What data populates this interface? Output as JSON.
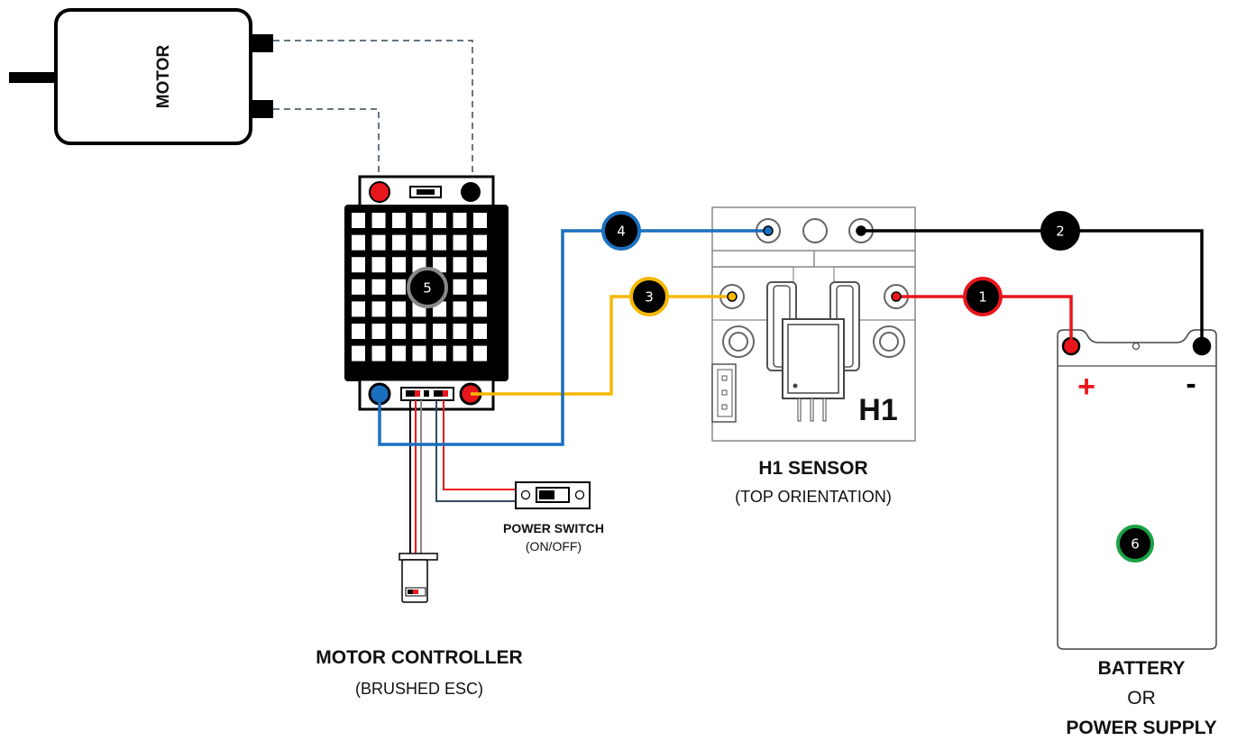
{
  "motor": {
    "label": "MOTOR"
  },
  "controller": {
    "title": "MOTOR CONTROLLER",
    "subtitle": "(BRUSHED ESC)",
    "badge": "5"
  },
  "power_switch": {
    "title": "POWER SWITCH",
    "subtitle": "(ON/OFF)"
  },
  "sensor": {
    "title": "H1 SENSOR",
    "subtitle": "(TOP ORIENTATION)",
    "tag": "H1"
  },
  "battery": {
    "title": "BATTERY",
    "or": "OR",
    "alt_title": "POWER SUPPLY",
    "plus": "+",
    "minus": "-",
    "badge": "6"
  },
  "wires": [
    {
      "number": "1",
      "color": "#e8161c"
    },
    {
      "number": "2",
      "color": "#000000"
    },
    {
      "number": "3",
      "color": "#f5b800"
    },
    {
      "number": "4",
      "color": "#1a6fbf"
    }
  ],
  "colors": {
    "controller_badge_ring": "#888888",
    "battery_badge_ring": "#1aa142"
  }
}
